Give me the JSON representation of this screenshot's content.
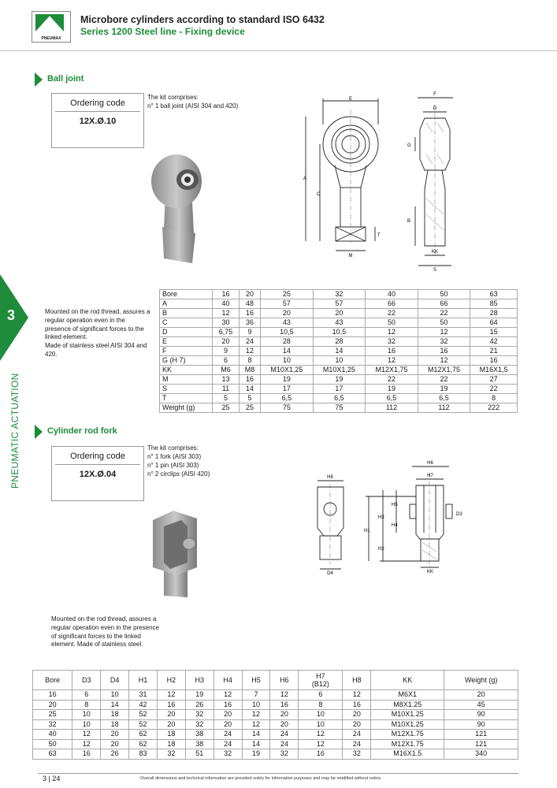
{
  "header": {
    "title": "Microbore cylinders according to standard ISO 6432",
    "subtitle": "Series 1200 Steel line - Fixing device",
    "logo_text": "PNEUMAX"
  },
  "side_tab": {
    "number": "3",
    "label": "PNEUMATIC ACTUATION"
  },
  "ball_joint": {
    "title": "Ball joint",
    "ordering_label": "Ordering code",
    "ordering_code": "12X.Ø.10",
    "kit_title": "The kit comprises:",
    "kit_items": [
      "n° 1 ball joint (AISI 304 and 420)"
    ],
    "description_lines": [
      "Mounted on the rod thread, assures a",
      "regular operation even in the",
      "presence of significant forces to the",
      "linked element.",
      "Made of stainless steel AISI 304 and",
      "420."
    ],
    "drawing_labels": {
      "E": "E",
      "F": "F",
      "D": "D",
      "G": "G",
      "A": "A",
      "C": "C",
      "B": "B",
      "T": "T",
      "M": "M",
      "KK": "KK",
      "S": "S"
    },
    "table": {
      "headers": [
        "Bore",
        "16",
        "20",
        "25",
        "32",
        "40",
        "50",
        "63"
      ],
      "rows": [
        [
          "A",
          "40",
          "48",
          "57",
          "57",
          "66",
          "66",
          "85"
        ],
        [
          "B",
          "12",
          "16",
          "20",
          "20",
          "22",
          "22",
          "28"
        ],
        [
          "C",
          "30",
          "36",
          "43",
          "43",
          "50",
          "50",
          "64"
        ],
        [
          "D",
          "6,75",
          "9",
          "10,5",
          "10,5",
          "12",
          "12",
          "15"
        ],
        [
          "E",
          "20",
          "24",
          "28",
          "28",
          "32",
          "32",
          "42"
        ],
        [
          "F",
          "9",
          "12",
          "14",
          "14",
          "16",
          "16",
          "21"
        ],
        [
          "G (H 7)",
          "6",
          "8",
          "10",
          "10",
          "12",
          "12",
          "16"
        ],
        [
          "KK",
          "M6",
          "M8",
          "M10X1,25",
          "M10X1,25",
          "M12X1,75",
          "M12X1,75",
          "M16X1,5"
        ],
        [
          "M",
          "13",
          "16",
          "19",
          "19",
          "22",
          "22",
          "27"
        ],
        [
          "S",
          "11",
          "14",
          "17",
          "17",
          "19",
          "19",
          "22"
        ],
        [
          "T",
          "5",
          "5",
          "6,5",
          "6,5",
          "6,5",
          "6,5",
          "8"
        ],
        [
          "Weight (g)",
          "25",
          "25",
          "75",
          "75",
          "112",
          "112",
          "222"
        ]
      ]
    }
  },
  "rod_fork": {
    "title": "Cylinder rod fork",
    "ordering_label": "Ordering code",
    "ordering_code": "12X.Ø.04",
    "kit_title": "The kit comprises:",
    "kit_items": [
      "n° 1 fork (AISI 303)",
      "n° 1 pin (AISI 303)",
      "n° 2 circlips (AISI 420)"
    ],
    "description_lines": [
      "Mounted on the rod thread, assures a",
      "regular operation even in the presence",
      "of significant forces to the linked",
      "element. Made of stainless steel."
    ],
    "drawing_labels": {
      "H8": "H8",
      "H6": "H6",
      "H7": "H7",
      "H5": "H5",
      "H3": "H3",
      "H4": "H4",
      "H1": "H1",
      "H2": "H2",
      "D3": "D3",
      "D4": "D4",
      "KK": "KK"
    },
    "table": {
      "headers": [
        "Bore",
        "D3",
        "D4",
        "H1",
        "H2",
        "H3",
        "H4",
        "H5",
        "H6",
        "H7\n(B12)",
        "H8",
        "KK",
        "Weight (g)"
      ],
      "header_h7_line1": "H7",
      "header_h7_line2": "(B12)",
      "rows": [
        [
          "16",
          "6",
          "10",
          "31",
          "12",
          "19",
          "12",
          "7",
          "12",
          "6",
          "12",
          "M6X1",
          "20"
        ],
        [
          "20",
          "8",
          "14",
          "42",
          "16",
          "26",
          "16",
          "10",
          "16",
          "8",
          "16",
          "M8X1.25",
          "45"
        ],
        [
          "25",
          "10",
          "18",
          "52",
          "20",
          "32",
          "20",
          "12",
          "20",
          "10",
          "20",
          "M10X1.25",
          "90"
        ],
        [
          "32",
          "10",
          "18",
          "52",
          "20",
          "32",
          "20",
          "12",
          "20",
          "10",
          "20",
          "M10X1.25",
          "90"
        ],
        [
          "40",
          "12",
          "20",
          "62",
          "18",
          "38",
          "24",
          "14",
          "24",
          "12",
          "24",
          "M12X1.75",
          "121"
        ],
        [
          "50",
          "12",
          "20",
          "62",
          "18",
          "38",
          "24",
          "14",
          "24",
          "12",
          "24",
          "M12X1.75",
          "121"
        ],
        [
          "63",
          "16",
          "26",
          "83",
          "32",
          "51",
          "32",
          "19",
          "32",
          "16",
          "32",
          "M16X1.5",
          "340"
        ]
      ]
    }
  },
  "footer": {
    "page": "3 | 24",
    "note": "Overall dimensions and technical information are provided solely for informative purposes and may be modified without notice"
  },
  "colors": {
    "accent": "#1e8c3a"
  }
}
